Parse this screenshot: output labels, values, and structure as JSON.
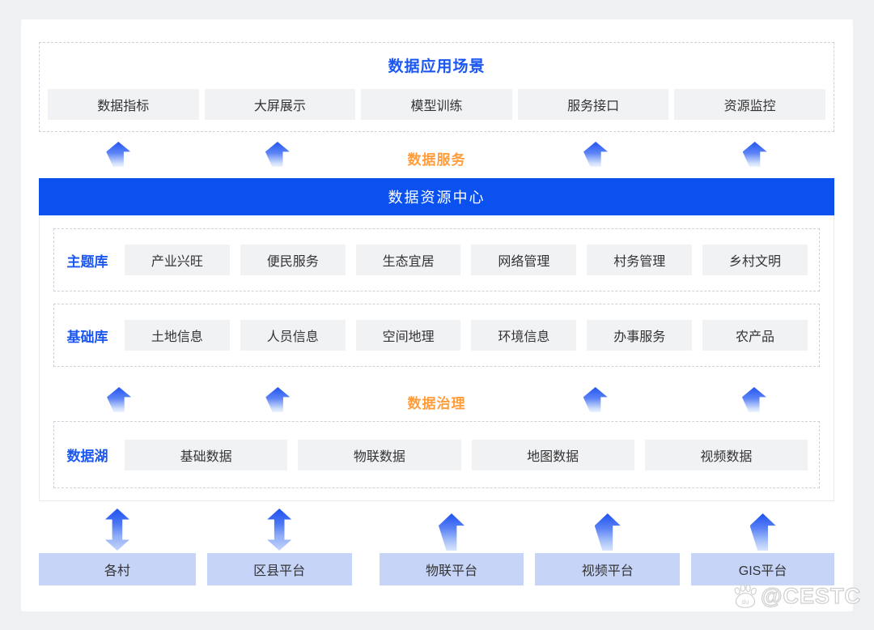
{
  "colors": {
    "page_bg": "#eff0f1",
    "accent_blue": "#1b57f1",
    "banner_blue": "#0b51f0",
    "orange": "#ff9d3c",
    "box_gray": "#f1f2f4",
    "box_text": "#333333",
    "bottom_box_blue": "#c6d4f8"
  },
  "app_scenarios": {
    "title": "数据应用场景",
    "items": [
      "数据指标",
      "大屏展示",
      "模型训练",
      "服务接口",
      "资源监控"
    ]
  },
  "data_service": {
    "label": "数据服务"
  },
  "resource_center": {
    "title": "数据资源中心",
    "theme_db": {
      "label": "主题库",
      "items": [
        "产业兴旺",
        "便民服务",
        "生态宜居",
        "网络管理",
        "村务管理",
        "乡村文明"
      ]
    },
    "base_db": {
      "label": "基础库",
      "items": [
        "土地信息",
        "人员信息",
        "空间地理",
        "环境信息",
        "办事服务",
        "农产品"
      ]
    },
    "governance": {
      "label": "数据治理"
    },
    "data_lake": {
      "label": "数据湖",
      "items": [
        "基础数据",
        "物联数据",
        "地图数据",
        "视频数据"
      ]
    }
  },
  "platforms": {
    "items": [
      "各村",
      "区县平台",
      "物联平台",
      "视频平台",
      "GIS平台"
    ]
  },
  "watermark": {
    "text": "@CESTC",
    "paw_label": "du"
  }
}
